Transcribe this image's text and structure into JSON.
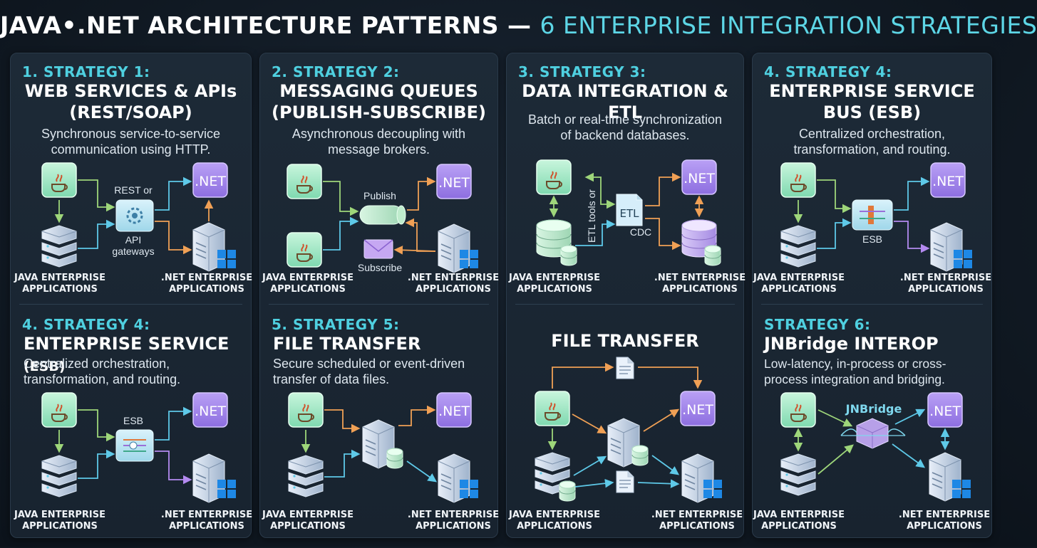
{
  "title": {
    "main": "JAVA•.NET ARCHITECTURE PATTERNS — ",
    "accent": "6 ENTERPRISE INTEGRATION STRATEGIES"
  },
  "colors": {
    "accent": "#4fd0e0",
    "java": "#7fe3b4",
    "net": "#a98bf0",
    "arrow_green": "#9ed67a",
    "arrow_cyan": "#5ec9e8",
    "arrow_orange": "#f0a055",
    "arrow_purple": "#b48af0"
  },
  "common": {
    "java_apps": "JAVA ENTERPRISE\nAPPLICATIONS",
    "net_apps": ".NET ENTERPRISE\nAPPLICATIONS",
    "net_badge": ".NET"
  },
  "panels": [
    {
      "top": {
        "label": "1. STRATEGY 1:",
        "heading": "WEB SERVICES & APIs\n(REST/SOAP)",
        "desc": "Synchronous service-to-service\ncommunication using HTTP.",
        "hub_top": "REST or",
        "hub_bottom1": "API",
        "hub_bottom2": "gateways",
        "java_apps": "JAVA ENTERPRISE\nAPPLICATIONS",
        "net_apps": ".NET ENTERPRISE\nAPPLICATIONS"
      },
      "bottom": {
        "label": "4. STRATEGY 4:",
        "heading_main": "ENTERPRISE SERVICE ",
        "heading_small": "(ESB)",
        "desc": "Centralized orchestration,\ntransformation, and routing.",
        "hub_top": "ESB",
        "java_apps": "JAVA ENTERPRISE\nAPPLICATIONS",
        "net_apps": ".NET ENTERPRISE\nAPPLICATIONS"
      }
    },
    {
      "top": {
        "label": "2. STRATEGY 2:",
        "heading": "MESSAGING QUEUES\n(PUBLISH-SUBSCRIBE)",
        "desc": "Asynchronous decoupling with\nmessage brokers.",
        "publish": "Publish",
        "subscribe": "Subscribe",
        "java_apps": "JAVA ENTERPRISE\nAPPLICATIONS",
        "net_apps": ".NET ENTERPRISE\nAPPLICATIONS"
      },
      "bottom": {
        "label": "5. STRATEGY 5:",
        "heading": "FILE TRANSFER",
        "desc": "Secure scheduled or event-driven\ntransfer of data files.",
        "java_apps": "JAVA ENTERPRISE\nAPPLICATIONS",
        "net_apps": ".NET ENTERPRISE\nAPPLICATIONS"
      }
    },
    {
      "top": {
        "label": "3. STRATEGY 3:",
        "heading": "DATA INTEGRATION & ETL",
        "desc": "Batch or real-time synchronization\nof backend databases.",
        "etl": "ETL",
        "etl_side": "ETL tools or",
        "cdc": "CDC",
        "java_apps": "JAVA ENTERPRISE\nAPPLICATIONS",
        "net_apps": ".NET ENTERPRISE\nAPPLICATIONS"
      },
      "bottom": {
        "heading": "FILE TRANSFER",
        "java_apps": "JAVA ENTERPRISE\nAPPLICATIONS",
        "net_apps": ".NET ENTERPRISE\nAPPLICATIONS"
      }
    },
    {
      "top": {
        "label": "4. STRATEGY 4:",
        "heading": "ENTERPRISE SERVICE\nBUS (ESB)",
        "desc": "Centralized orchestration,\ntransformation, and routing.",
        "hub_bottom": "ESB",
        "java_apps": "JAVA ENTERPRISE\nAPPLICATIONS",
        "net_apps": ".NET ENTERPRISE\nAPPLICATIONS"
      },
      "bottom": {
        "label": "STRATEGY 6:",
        "heading": "JNBridge INTEROP",
        "desc": "Low-latency, in-process or cross-\nprocess integration and bridging.",
        "jnbridge": "JNBridge",
        "java_apps": "JAVA ENTERPRISE\nAPPLICATIONS",
        "net_apps": ".NET ENTERPRISE\nAPPLICATIONS"
      }
    }
  ]
}
